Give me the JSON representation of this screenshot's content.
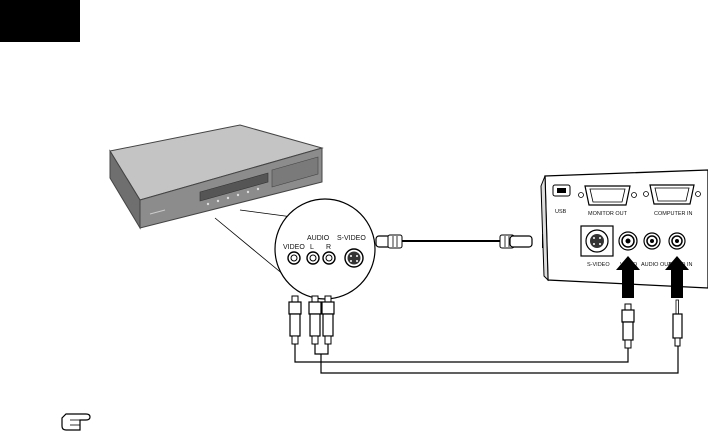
{
  "source_panel": {
    "audio_header": "AUDIO",
    "video_label": "VIDEO",
    "audio_left_label": "L",
    "audio_right_label": "R",
    "svideo_label": "S-VIDEO"
  },
  "projector_panel": {
    "usb_label": "USB",
    "monitor_out_label": "MONITOR OUT",
    "computer_in_label": "COMPUTER IN",
    "svideo_label": "S-VIDEO",
    "video_label": "VIDEO",
    "audio_out_label": "AUDIO OUT",
    "audio_in_label": "AUDIO IN"
  },
  "colors": {
    "corner_block": "#000000",
    "dvd_top": "#bdbdbd",
    "dvd_front": "#8a8a8a",
    "projector_panel": "#ffffff"
  },
  "icons": [
    "hand-pointing-note-icon"
  ]
}
